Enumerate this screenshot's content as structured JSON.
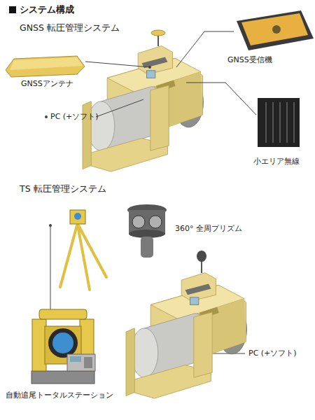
{
  "diagram": {
    "title": "システム構成",
    "labels": [
      "GNSS 転圧管理システム",
      "GNSSアンテナ",
      "GNSS受信機",
      "PC (+ソフト)",
      "小エリア無線",
      "TS 転圧管理システム",
      "360° 全周プリズム",
      "PC (+ソフト)",
      "自動追尾トータルステーション"
    ]
  }
}
